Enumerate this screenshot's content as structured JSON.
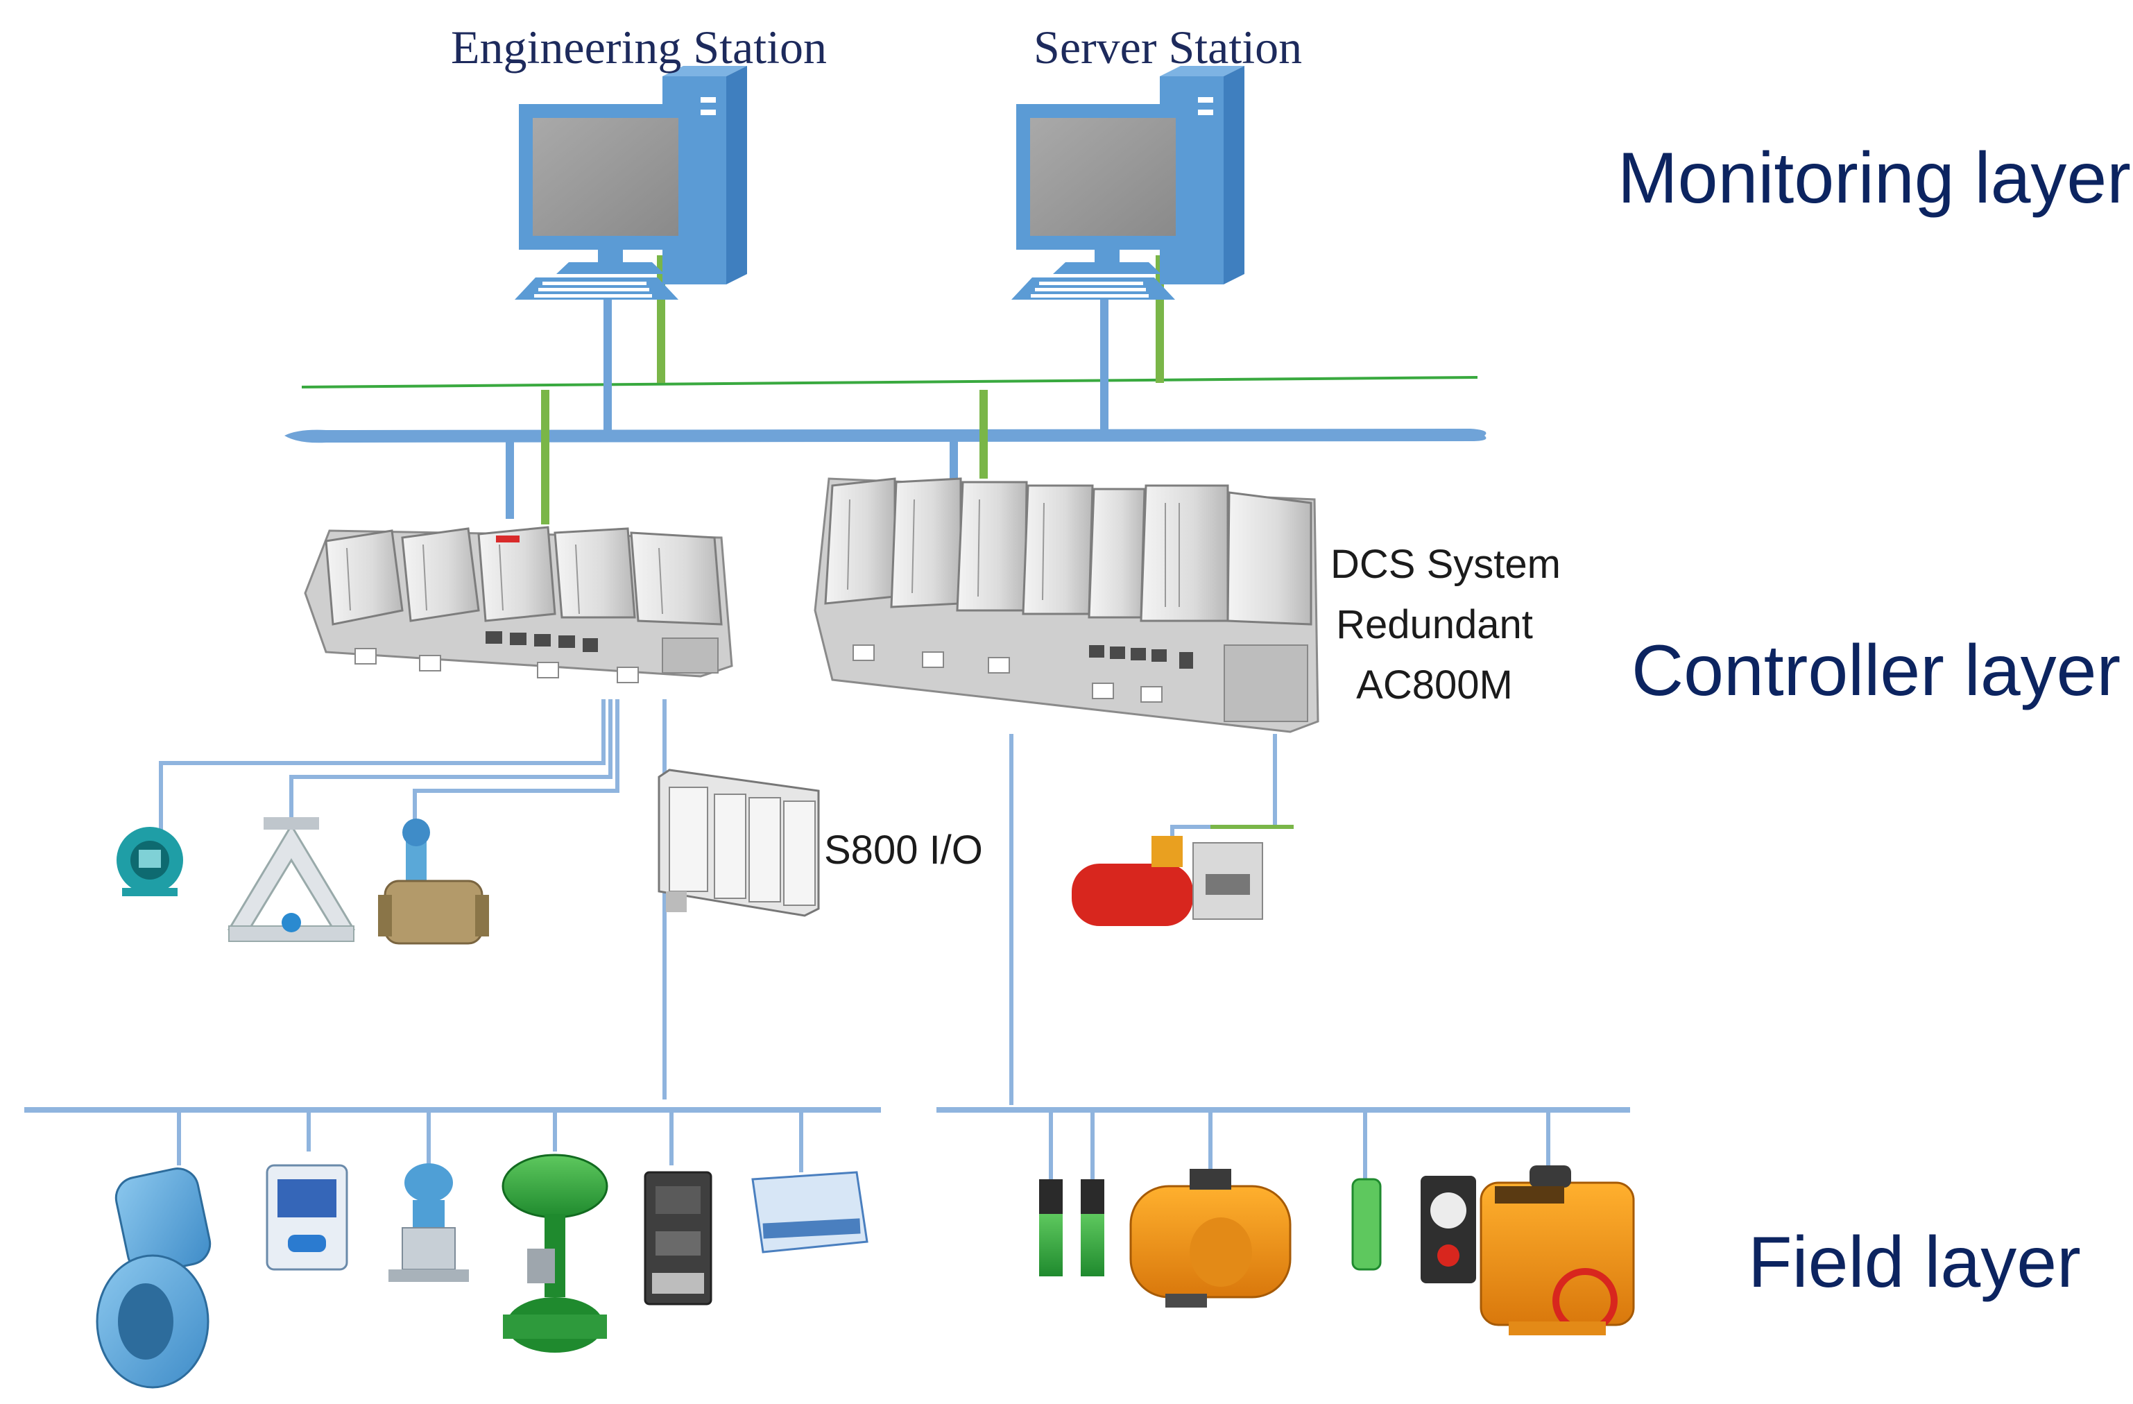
{
  "stations": {
    "engineering": "Engineering Station",
    "server": "Server Station"
  },
  "layers": {
    "monitoring": "Monitoring layer",
    "controller": "Controller layer",
    "field": "Field layer"
  },
  "controller_right": {
    "line1": "DCS System",
    "line2": "Redundant",
    "line3": "AC800M"
  },
  "io_module": "S800 I/O",
  "colors": {
    "blue_network": "#6fa3d8",
    "green_network": "#7ab648",
    "label_navy": "#0c2460",
    "field_bus": "#8fb4de"
  }
}
